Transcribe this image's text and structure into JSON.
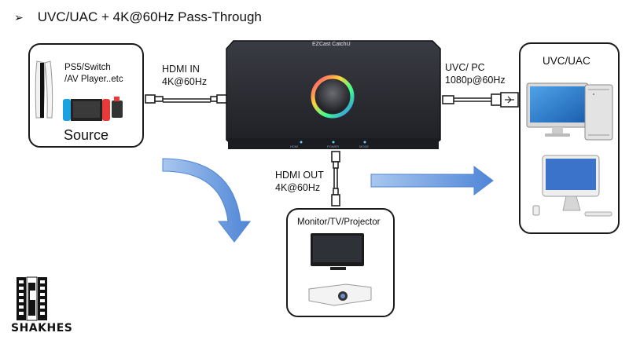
{
  "heading": {
    "bullet": "➢",
    "text": "UVC/UAC + 4K@60Hz Pass-Through"
  },
  "source": {
    "devices_line1": "PS5/Switch",
    "devices_line2": "/AV Player..etc",
    "caption": "Source"
  },
  "hdmi_in": {
    "line1": "HDMI IN",
    "line2": "4K@60Hz"
  },
  "uvc_pc": {
    "line1": "UVC/ PC",
    "line2": "1080p@60Hz"
  },
  "hdmi_out": {
    "line1": "HDMI OUT",
    "line2": "4K@60Hz"
  },
  "pc_box": {
    "title": "UVC/UAC"
  },
  "monitor_box": {
    "title": "Monitor/TV/Projector"
  },
  "device": {
    "brand": "EZCast CatchU",
    "port_labels": [
      "HDMI",
      "POWER",
      "MODE"
    ]
  },
  "watermark": {
    "text": "SHAKHES"
  },
  "colors": {
    "arrow": "#5b8fd9",
    "device_body": "#2b2d33",
    "border": "#1a1a1a"
  }
}
